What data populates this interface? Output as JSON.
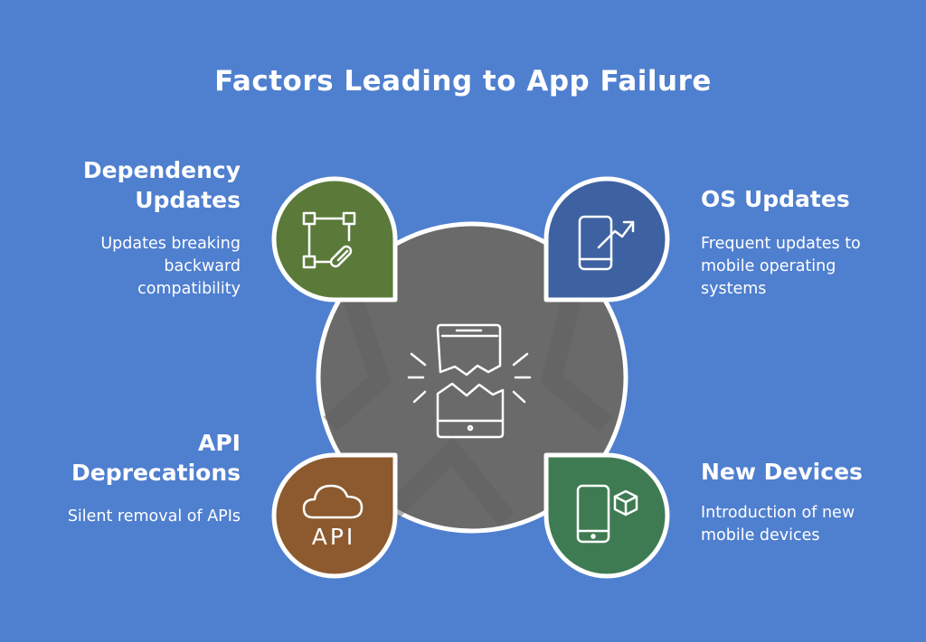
{
  "title": "Factors Leading to App Failure",
  "factors": {
    "dependency": {
      "heading": "Dependency Updates",
      "description": "Updates breaking backward compatibility",
      "color": "#5b7a3a"
    },
    "os": {
      "heading": "OS Updates",
      "description": "Frequent updates to mobile operating systems",
      "color": "#3e62a1"
    },
    "api": {
      "heading": "API Deprecations",
      "description": "Silent removal of APIs",
      "color": "#8c5a2e",
      "icon_label": "API"
    },
    "devices": {
      "heading": "New Devices",
      "description": "Introduction of new mobile devices",
      "color": "#3f7b52"
    }
  },
  "center": {
    "icon": "broken-phone-icon",
    "color": "#6a6a6a"
  },
  "colors": {
    "background": "#4f7fcf",
    "outline": "#ffffff"
  },
  "icons": [
    "broken-phone-icon",
    "dependency-link-icon",
    "phone-trend-icon",
    "api-cloud-icon",
    "phone-box-icon"
  ]
}
